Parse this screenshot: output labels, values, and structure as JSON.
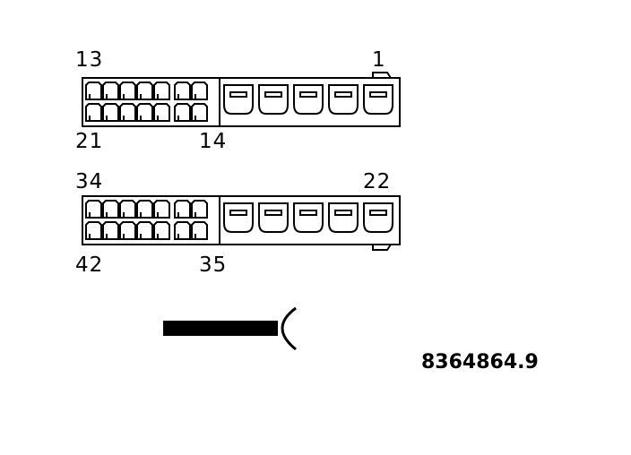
{
  "connector_top": {
    "label_top_left": "13",
    "label_top_right": "1",
    "label_bottom_left": "21",
    "label_bottom_right": "14"
  },
  "connector_bottom": {
    "label_top_left": "34",
    "label_top_right": "22",
    "label_bottom_left": "42",
    "label_bottom_right": "35"
  },
  "document_id": "8364864.9"
}
